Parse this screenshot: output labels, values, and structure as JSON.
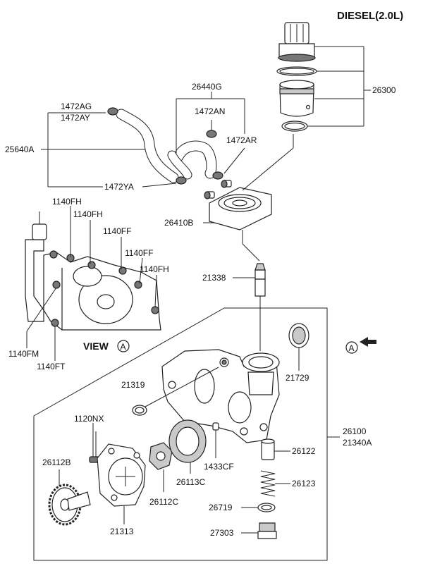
{
  "title": "DIESEL(2.0L)",
  "view_label": "VIEW",
  "view_marker": "A",
  "ref_marker": "A",
  "labels": {
    "p26300": "26300",
    "p26440G": "26440G",
    "p1472AN": "1472AN",
    "p1472AG": "1472AG",
    "p1472AY": "1472AY",
    "p1472AR": "1472AR",
    "p25640A": "25640A",
    "p1472YA": "1472YA",
    "p26410B": "26410B",
    "p1140FH_a": "1140FH",
    "p1140FH_b": "1140FH",
    "p1140FF_a": "1140FF",
    "p1140FF_b": "1140FF",
    "p1140FH_c": "1140FH",
    "p21338": "21338",
    "p1140FM": "1140FM",
    "p1140FT": "1140FT",
    "p21729": "21729",
    "p21319": "21319",
    "p26100": "26100",
    "p21340A": "21340A",
    "p1120NX": "1120NX",
    "p26122": "26122",
    "p26112B": "26112B",
    "p1433CF": "1433CF",
    "p26123": "26123",
    "p26113C": "26113C",
    "p26112C": "26112C",
    "p26719": "26719",
    "p21313": "21313",
    "p27303": "27303"
  }
}
